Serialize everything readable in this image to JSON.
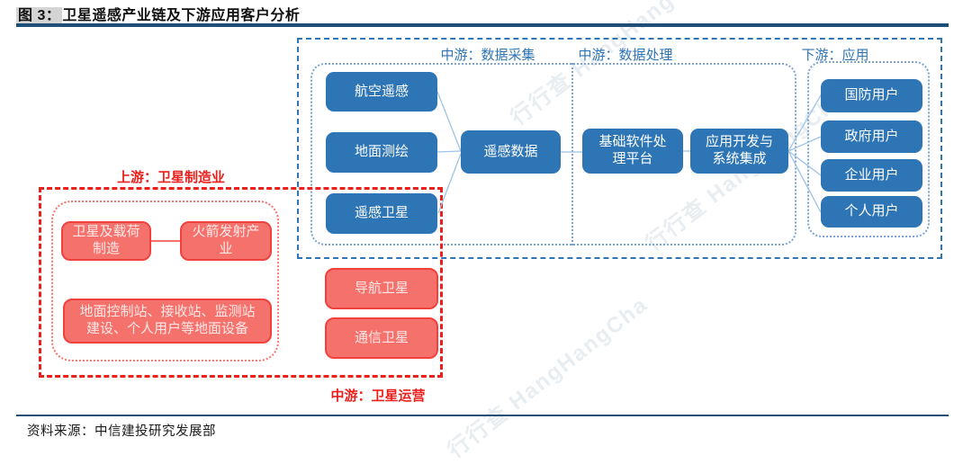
{
  "figure": {
    "title_prefix": "图 3：",
    "title_text": "卫星遥感产业链及下游应用客户分析",
    "source": "资料来源：中信建投研究发展部",
    "watermark": "行行查 HangHangCha"
  },
  "labels": {
    "upstream": "上游：卫星制造业",
    "operation": "中游：卫星运营",
    "collection": "中游：数据采集",
    "processing": "中游：数据处理",
    "downstream": "下游：应用"
  },
  "nodes": {
    "aerial": "航空遥感",
    "survey": "地面测绘",
    "remote_sat": "遥感卫星",
    "nav_sat": "导航卫星",
    "comm_sat": "通信卫星",
    "data": "遥感数据",
    "platform": "基础软件处理平台",
    "appdev": "应用开发与系统集成",
    "defense": "国防用户",
    "government": "政府用户",
    "enterprise": "企业用户",
    "personal": "个人用户",
    "payload": "卫星及载荷制造",
    "rocket": "火箭发射产业",
    "ground_equip": "地面控制站、接收站、监测站建设、个人用户等地面设备"
  },
  "colors": {
    "blue_node": "#2E75B6",
    "blue_container_dotted": "#7BA3D6",
    "light_blue_line": "#9DC3E6",
    "red_node_fill": "#F5716C",
    "red_node_border": "#F0413C",
    "red_accent": "#EB1F1B",
    "rule_dark_blue": "#1F4E79",
    "title_highlight": "#D4D4D4"
  }
}
